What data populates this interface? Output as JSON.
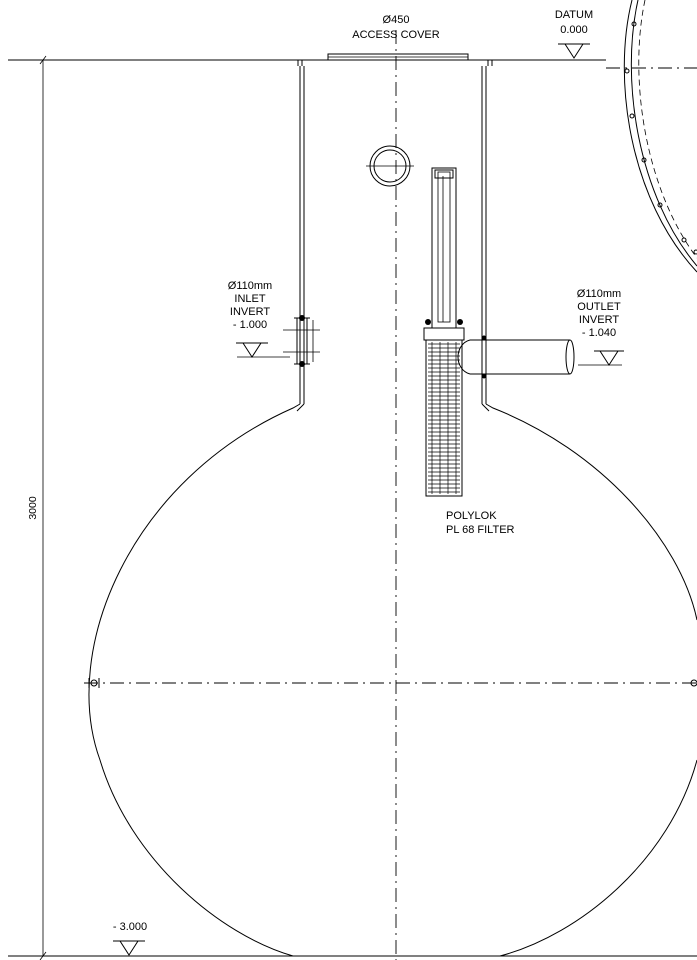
{
  "cover": {
    "diameter": "Ø450",
    "label": "ACCESS COVER"
  },
  "datum": {
    "label": "DATUM",
    "level": "0.000"
  },
  "inlet": {
    "size": "Ø110mm",
    "label": "INLET",
    "invert_label": "INVERT",
    "level": "- 1.000"
  },
  "outlet": {
    "size": "Ø110mm",
    "label": "OUTLET",
    "invert_label": "INVERT",
    "level": "- 1.040"
  },
  "filter": {
    "line1": "POLYLOK",
    "line2": "PL 68 FILTER"
  },
  "dimension": {
    "height": "3000"
  },
  "bottom": {
    "level": "- 3.000"
  }
}
